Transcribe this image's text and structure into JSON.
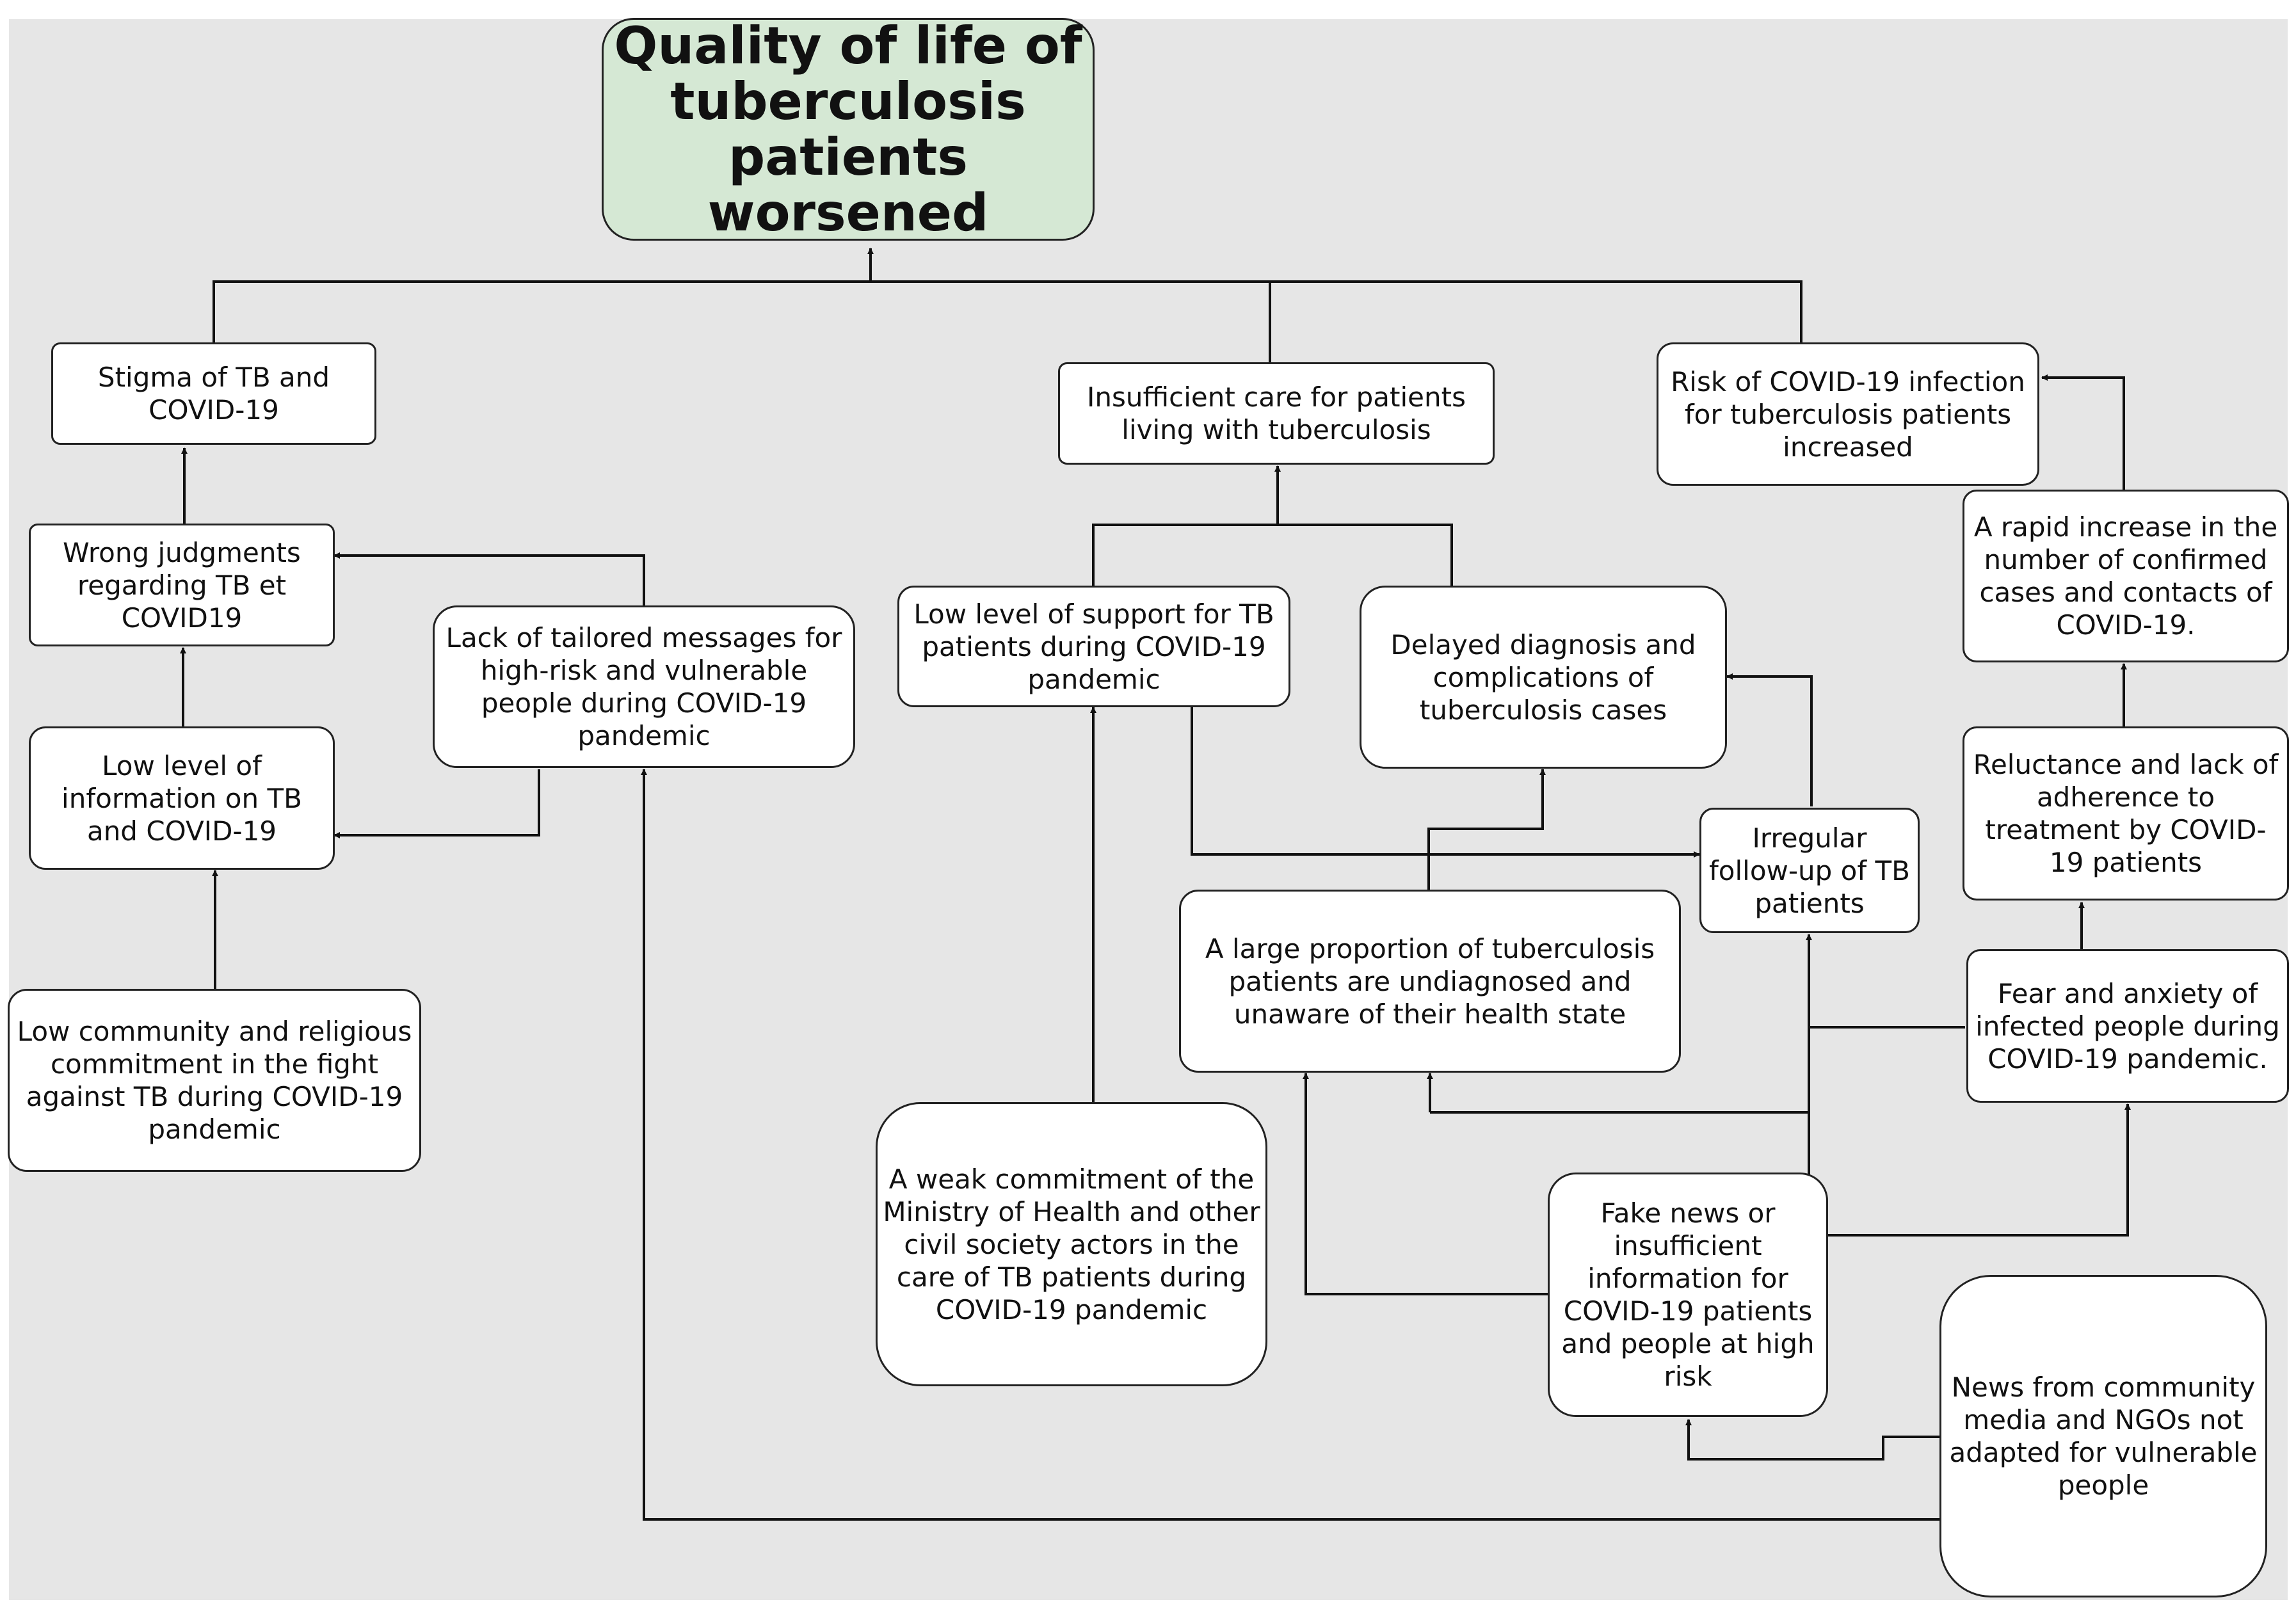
{
  "diagram": {
    "title": "Quality of life of tuberculosis patients worsened",
    "nodes": {
      "stigma": "Stigma of  TB and COVID-19",
      "insufficient_care": "Insufficient care for patients living with tuberculosis",
      "covid_risk": "Risk of COVID-19 infection for tuberculosis patients increased",
      "wrong_judgments": "Wrong judgments regarding TB et COVID19",
      "tailored_messages": "Lack of tailored messages for high-risk and vulnerable people during COVID-19 pandemic",
      "low_support": "Low level of support for TB patients during COVID-19 pandemic",
      "delayed_diagnosis": "Delayed diagnosis and complications of tuberculosis cases",
      "rapid_increase": "A rapid increase in the number of confirmed cases and contacts of COVID-19.",
      "low_information": "Low level of information on TB and COVID-19",
      "irregular_followup": "Irregular follow-up of TB patients",
      "reluctance": "Reluctance and lack of adherence to treatment by COVID-19 patients",
      "undiagnosed": "A large proportion of tuberculosis patients are undiagnosed and unaware of their health state",
      "fear_anxiety": "Fear and anxiety of infected people during COVID-19 pandemic.",
      "community_commitment": "Low community and religious commitment in the fight against TB during COVID-19 pandemic",
      "ministry_commitment": "A weak commitment of the Ministry of Health and other civil society actors in the care of TB patients during COVID-19 pandemic",
      "fake_news": "Fake news or insufficient information for COVID-19 patients and people at high risk",
      "news_media": "News from community media and NGOs not adapted  for vulnerable people"
    }
  }
}
